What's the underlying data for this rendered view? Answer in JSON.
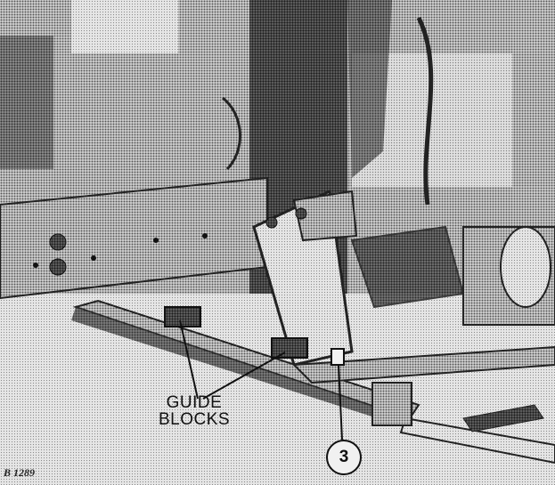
{
  "figure": {
    "labels": {
      "guide": "GUIDE",
      "blocks": "BLOCKS"
    },
    "callout_number": "3",
    "figure_ref": "B 1289"
  }
}
